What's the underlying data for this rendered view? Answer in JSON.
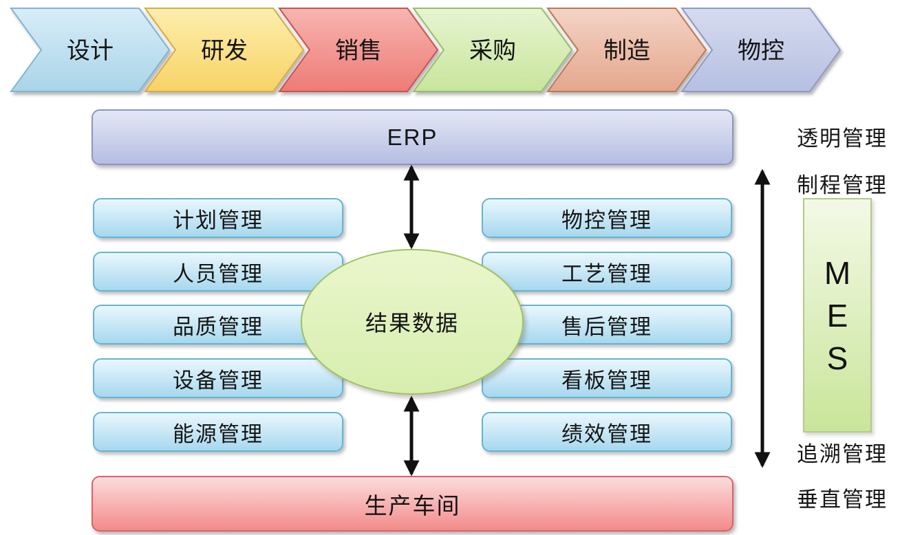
{
  "flow_steps": [
    {
      "label": "设计",
      "fill_top": "#d8edf8",
      "fill_bottom": "#a9d4e8",
      "stroke": "#82b6ce"
    },
    {
      "label": "研发",
      "fill_top": "#fdeeae",
      "fill_bottom": "#f7d366",
      "stroke": "#dcab42"
    },
    {
      "label": "销售",
      "fill_top": "#f7b5b1",
      "fill_bottom": "#ee7b75",
      "stroke": "#c75450"
    },
    {
      "label": "采购",
      "fill_top": "#e7f4d1",
      "fill_bottom": "#c8e59c",
      "stroke": "#9abd6c"
    },
    {
      "label": "制造",
      "fill_top": "#f4d3c5",
      "fill_bottom": "#e4a78d",
      "stroke": "#ba7958"
    },
    {
      "label": "物控",
      "fill_top": "#d6dbef",
      "fill_bottom": "#b5bfe1",
      "stroke": "#8d99c5"
    }
  ],
  "erp_bar": {
    "label": "ERP"
  },
  "modules": {
    "left": [
      "计划管理",
      "人员管理",
      "品质管理",
      "设备管理",
      "能源管理"
    ],
    "right": [
      "物控管理",
      "工艺管理",
      "售后管理",
      "看板管理",
      "绩效管理"
    ]
  },
  "result_ellipse": {
    "label": "结果数据"
  },
  "workshop_bar": {
    "label": "生产车间"
  },
  "mes_box": {
    "label": "M\nE\nS"
  },
  "side_labels": {
    "transparent": "透明管理",
    "process": "制程管理",
    "traceability": "追溯管理",
    "vertical": "垂直管理"
  },
  "palette": {
    "erp_fill": "#c3cae6",
    "module_box_fill": "#bfe2f2",
    "module_box_border": "#64b4d4",
    "ellipse_fill": "#def0b8",
    "workshop_fill": "#f7a9a9",
    "mes_fill": "#dcedb4",
    "arrow_color": "#111111"
  }
}
